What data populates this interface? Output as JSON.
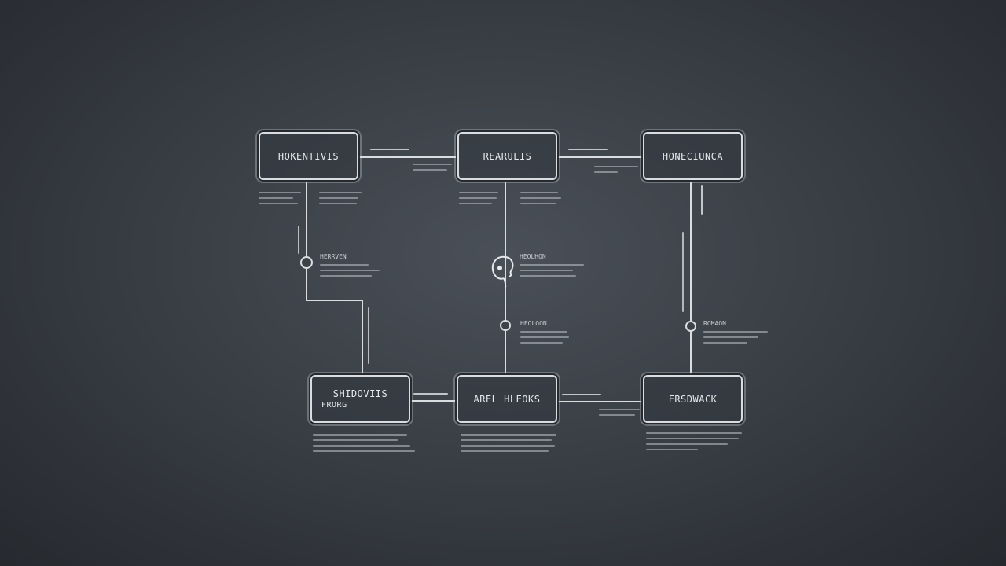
{
  "colors": {
    "background": "#3a3f46",
    "stroke": "#d9dde2",
    "text": "#e6e9ec"
  },
  "nodes": {
    "top_left": {
      "label": "HOKENTIVIS"
    },
    "top_center": {
      "label": "REARULIS"
    },
    "top_right": {
      "label": "HONECIUNCA"
    },
    "bottom_left": {
      "label": "SHIDOVIIS",
      "sub": "FRORG"
    },
    "bottom_center": {
      "label": "AREL HLEOKS"
    },
    "bottom_right": {
      "label": "FRSDWACK"
    }
  },
  "notes": {
    "left_mid": {
      "label": "HERRVEN"
    },
    "center_upper": {
      "label": "HEOLHON"
    },
    "center_lower": {
      "label": "HEOLOON"
    },
    "right_mid": {
      "label": "ROMAON"
    }
  },
  "icons": {
    "center": "person-head-icon"
  }
}
